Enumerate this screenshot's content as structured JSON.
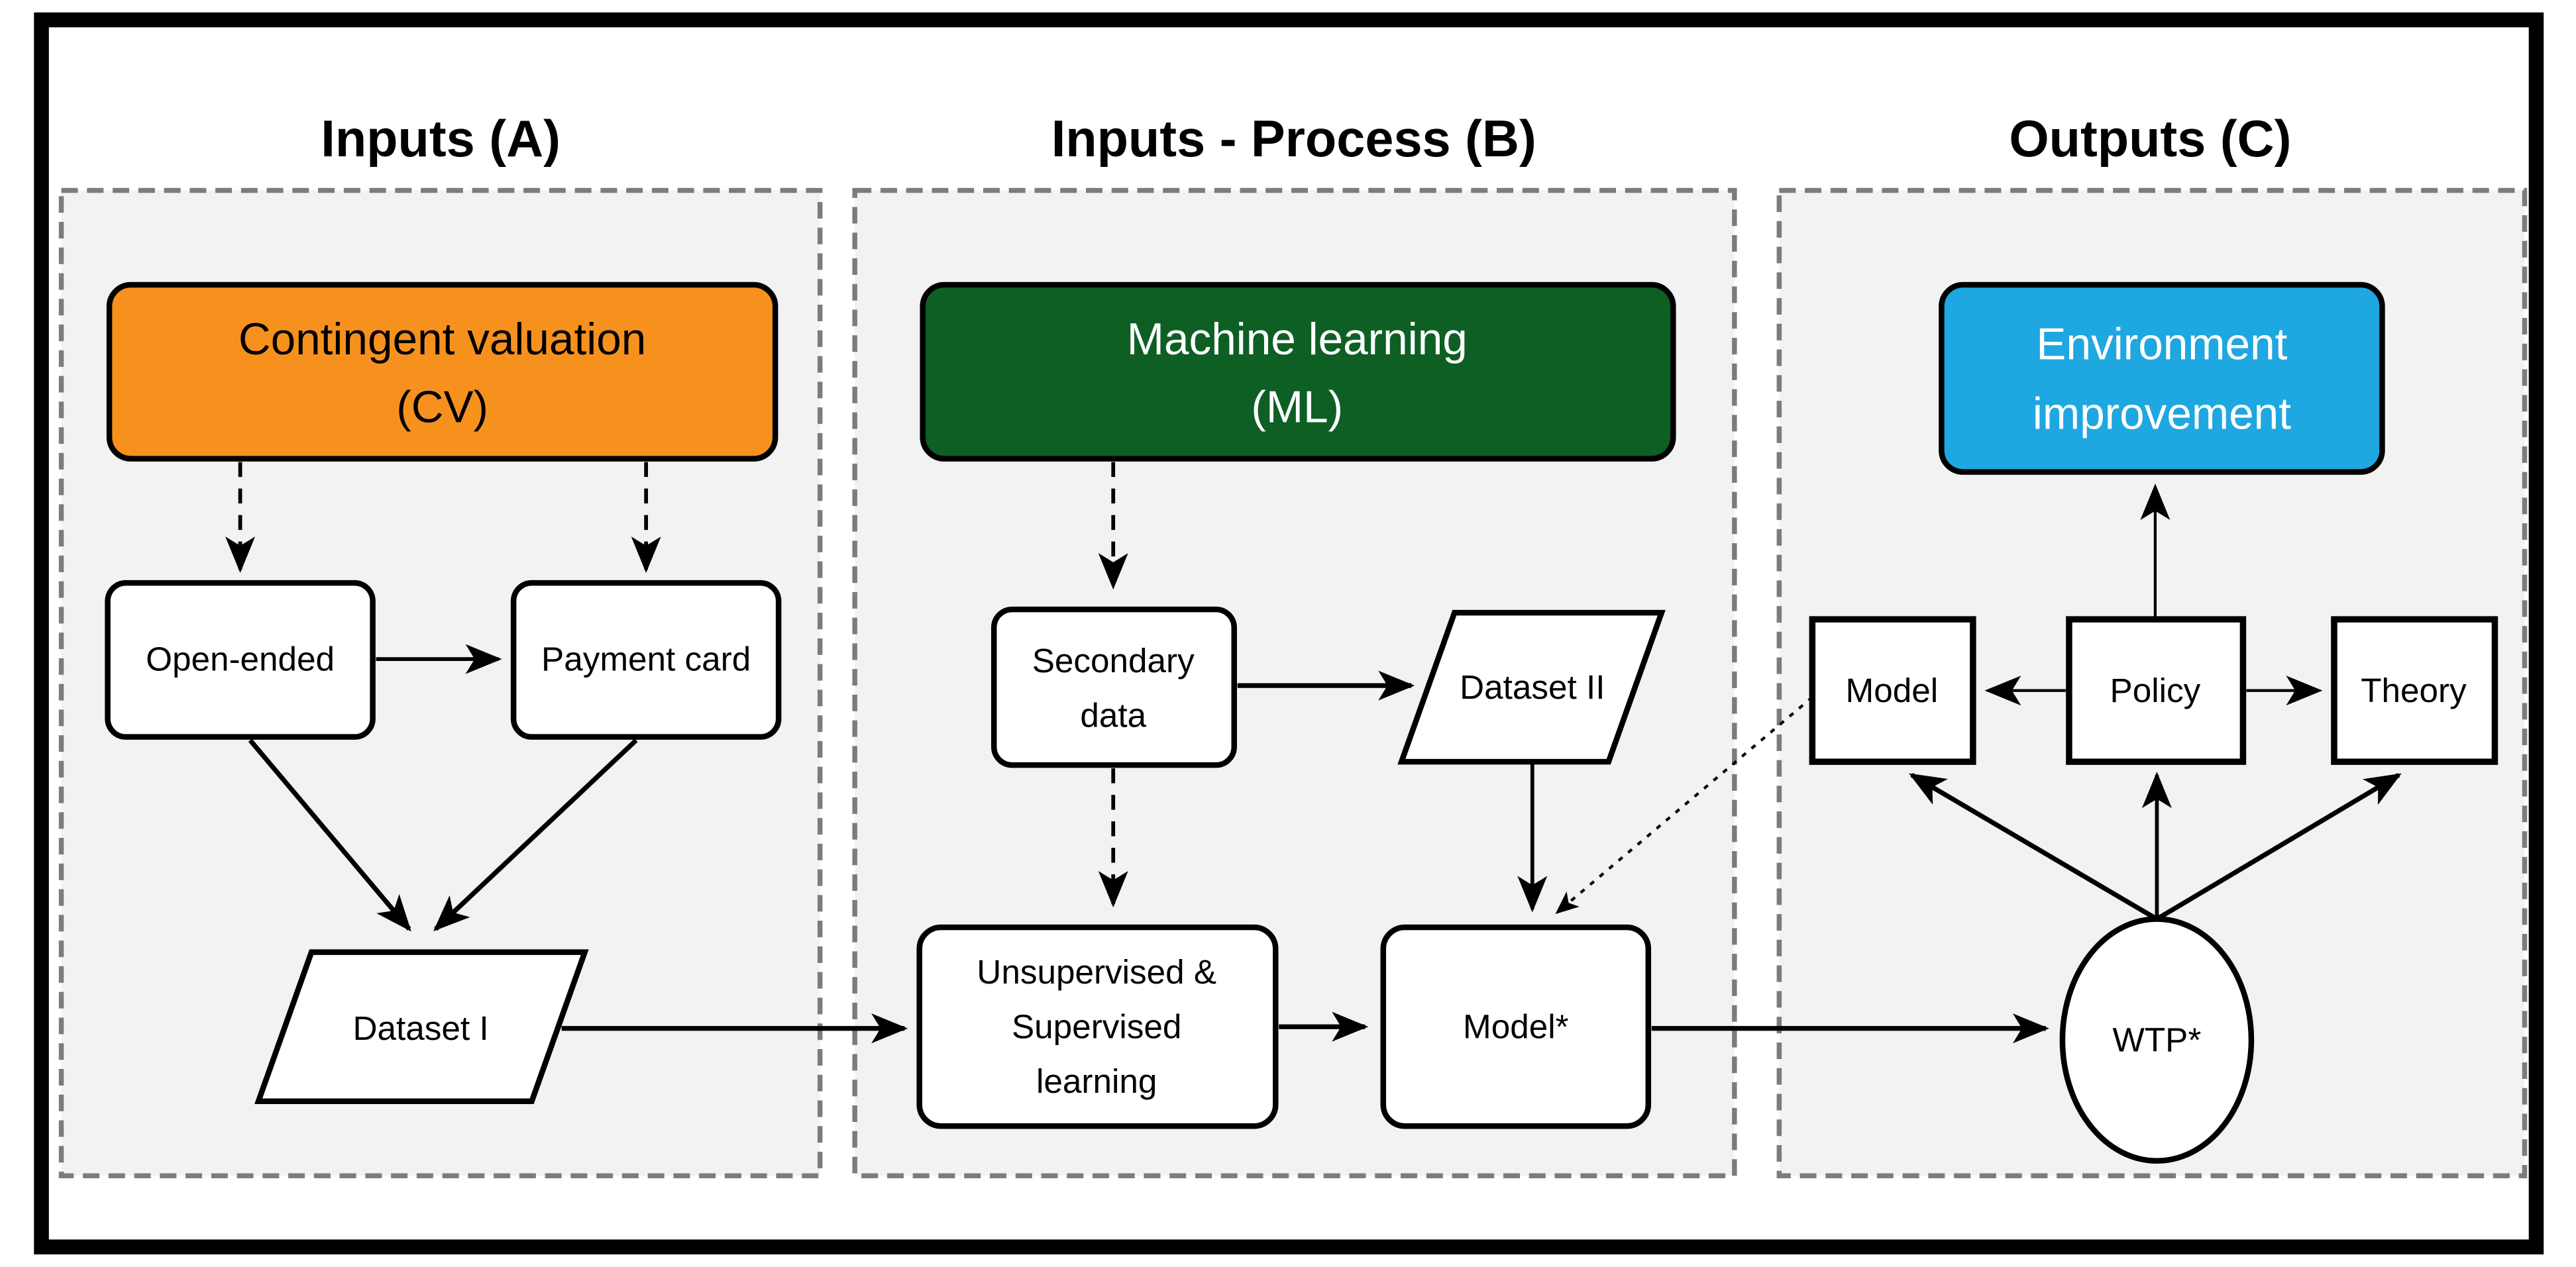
{
  "figure": {
    "type": "flow-diagram",
    "columns": [
      {
        "id": "A",
        "title": "Inputs (A)"
      },
      {
        "id": "B",
        "title": "Inputs - Process (B)"
      },
      {
        "id": "C",
        "title": "Outputs (C)"
      }
    ]
  },
  "colors": {
    "cv_box": "#F7911E",
    "ml_box": "#0D5F24",
    "env_box": "#1EA7E1",
    "panel_bg": "#F2F2F2",
    "panel_border": "#7C7C7C",
    "frame": "#000000"
  },
  "nodes": {
    "cv": {
      "line1": "Contingent valuation",
      "line2": "(CV)"
    },
    "open_ended": {
      "label": "Open-ended"
    },
    "payment_card": {
      "label": "Payment card"
    },
    "dataset_i": {
      "label": "Dataset I"
    },
    "ml": {
      "line1": "Machine learning",
      "line2": "(ML)"
    },
    "secondary_data": {
      "line1": "Secondary",
      "line2": "data"
    },
    "dataset_ii": {
      "label": "Dataset II"
    },
    "unsup_sup": {
      "line1": "Unsupervised &",
      "line2": "Supervised",
      "line3": "learning"
    },
    "model_star": {
      "label": "Model*"
    },
    "environment": {
      "line1": "Environment",
      "line2": "improvement"
    },
    "model": {
      "label": "Model"
    },
    "policy": {
      "label": "Policy"
    },
    "theory": {
      "label": "Theory"
    },
    "wtp": {
      "label": "WTP*"
    }
  }
}
